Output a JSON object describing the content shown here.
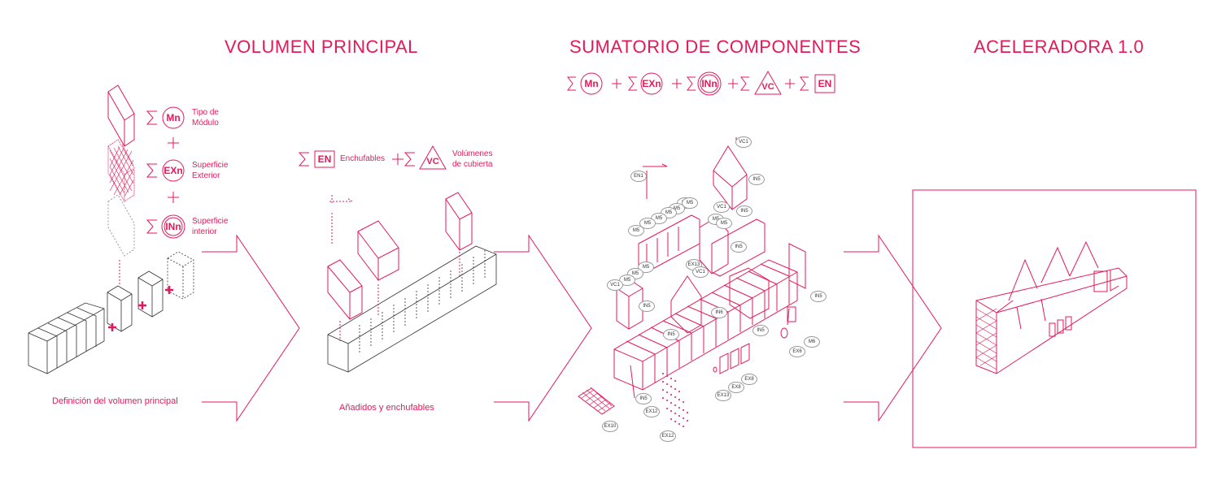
{
  "titles": {
    "volumen": "VOLUMEN PRINCIPAL",
    "sumatorio": "SUMATORIO DE COMPONENTES",
    "aceleradora": "ACELERADORA 1.0"
  },
  "symbols": {
    "mn": "Mn",
    "exn": "EXn",
    "inn": "INn",
    "vc": "VC",
    "en": "EN"
  },
  "labels": {
    "tipo_modulo": "Tipo de Módulo",
    "superficie_exterior": "Superficie Exterior",
    "superficie_interior": "Superficie interior",
    "enchufables": "Enchufables",
    "volumenes_cubierta": "Volúmenes de cubierta"
  },
  "captions": {
    "definicion": "Definición del volumen principal",
    "anadidos": "Añadidos y enchufables"
  },
  "component_tags": [
    "VC1",
    "EN1",
    "IN5",
    "M5",
    "M5",
    "M5",
    "M5",
    "M5",
    "M5",
    "VC1",
    "M5",
    "IN5",
    "M5",
    "M5",
    "IN5",
    "EX13",
    "VC1",
    "M5",
    "M5",
    "M5",
    "VC1",
    "IN5",
    "IN6",
    "IN5",
    "IN5",
    "IN5",
    "M6",
    "EX6",
    "EX8",
    "EX8",
    "EX13",
    "IN5",
    "EX12",
    "EX10",
    "EX12"
  ],
  "colors": {
    "accent": "#e5195a",
    "ink": "#333333"
  }
}
